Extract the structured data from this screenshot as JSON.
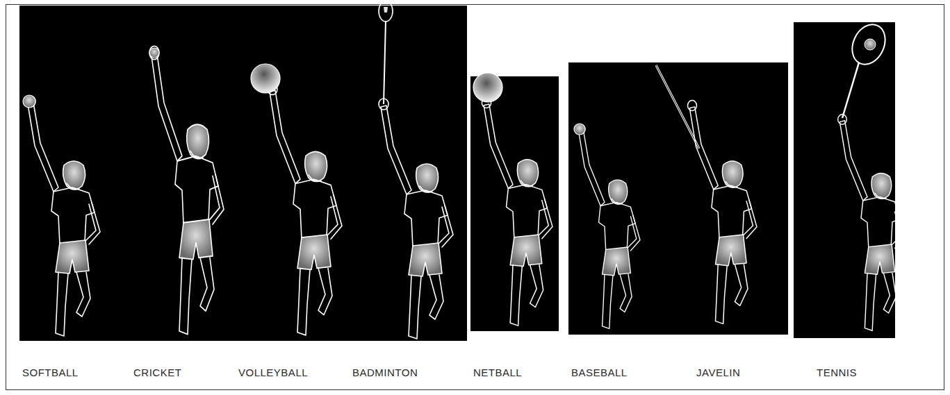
{
  "diagram": {
    "labels": [
      "SOFTBALL",
      "CRICKET",
      "VOLLEYBALL",
      "BADMINTON",
      "NETBALL",
      "BASEBALL",
      "JAVELIN",
      "TENNIS"
    ]
  }
}
